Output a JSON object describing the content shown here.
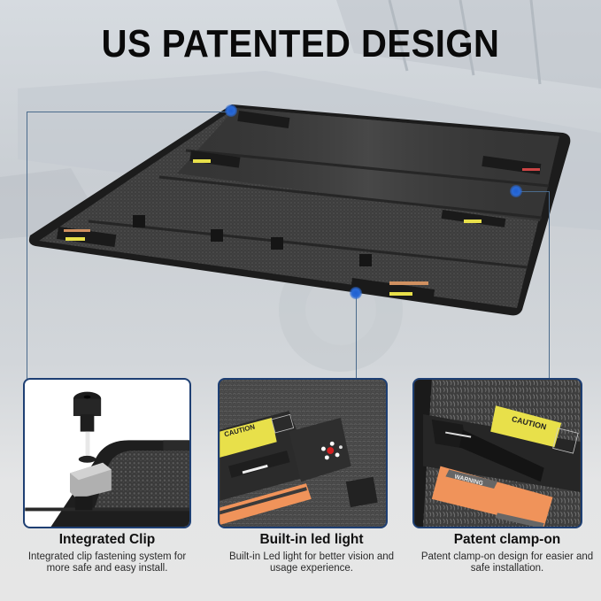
{
  "headline": "US PATENTED DESIGN",
  "colors": {
    "panel_border": "#1e3f73",
    "connector_line": "#4b6b8c",
    "highlight_dot": "#2a6ad6",
    "caution_label": "#e8e04a",
    "warning_label": "#f0935a",
    "cover_surface": "#3a3a3a"
  },
  "features": [
    {
      "title": "Integrated Clip",
      "description": "Integrated clip fastening system for more safe and easy install."
    },
    {
      "title": "Built-in led light",
      "description": "Built-in Led light for better vision and usage experience."
    },
    {
      "title": "Patent clamp-on",
      "description": "Patent clamp-on design for easier and safe installation."
    }
  ],
  "panel_labels": {
    "caution": "CAUTION",
    "warning": "WARNING"
  }
}
